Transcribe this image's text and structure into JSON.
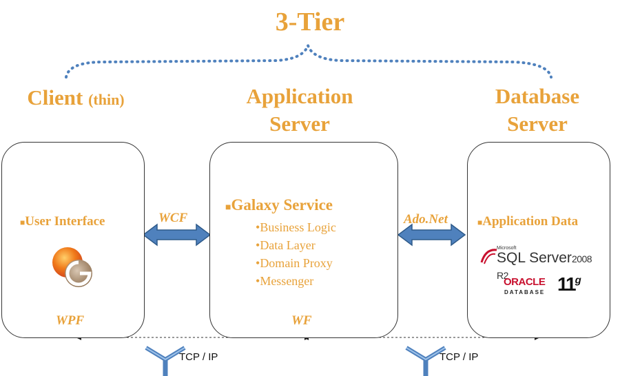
{
  "title": "3-Tier",
  "tiers": {
    "client": {
      "heading": "Client",
      "heading_small": "(thin)",
      "item": "User Interface",
      "tech": "WPF"
    },
    "app": {
      "heading_line1": "Application",
      "heading_line2": "Server",
      "item": "Galaxy Service",
      "sub_items": [
        "Business Logic",
        "Data Layer",
        "Domain Proxy",
        "Messenger"
      ],
      "tech": "WF"
    },
    "db": {
      "heading_line1": "Database",
      "heading_line2": "Server",
      "item": "Application Data"
    }
  },
  "connectors": {
    "client_app": "WCF",
    "app_db": "Ado.Net",
    "network_left": "TCP / IP",
    "network_right": "TCP / IP"
  },
  "logos": {
    "sql_small": "Microsoft",
    "sql_main": "SQL Server",
    "sql_version": "2008 R2",
    "oracle_main": "ORACLE",
    "oracle_sub": "DATABASE",
    "oracle_version": "11",
    "oracle_suffix": "g"
  },
  "colors": {
    "accent": "#e8a23a",
    "brace": "#4f81bd",
    "arrow": "#4f81bd",
    "arrow_stroke": "#2e5a8a",
    "oracle_red": "#c8102e"
  }
}
